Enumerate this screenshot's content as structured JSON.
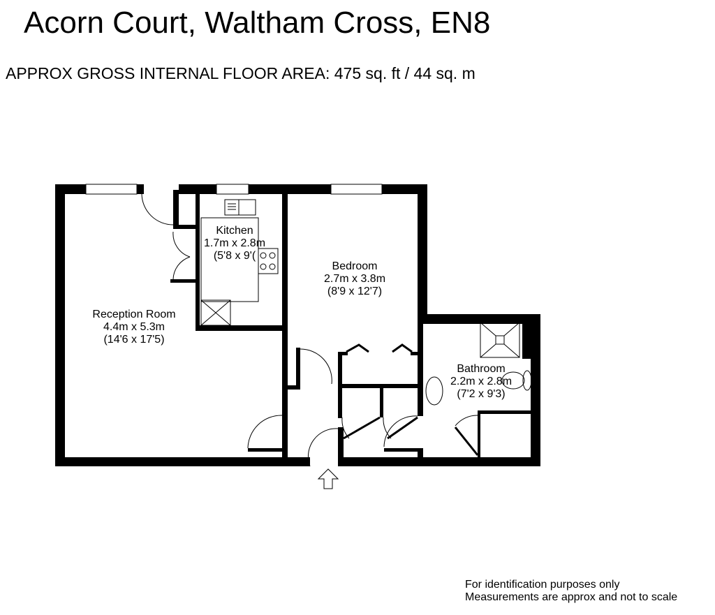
{
  "header": {
    "title": "Acorn Court, Waltham Cross, EN8",
    "floor_area": "APPROX GROSS INTERNAL FLOOR AREA:  475 sq. ft / 44 sq. m"
  },
  "rooms": [
    {
      "name": "Kitchen",
      "metric": "1.7m x 2.8m",
      "imperial": "(5'8 x 9'("
    },
    {
      "name": "Bedroom",
      "metric": "2.7m x 3.8m",
      "imperial": "(8'9 x 12'7)"
    },
    {
      "name": "Reception Room",
      "metric": "4.4m x 5.3m",
      "imperial": "(14'6 x 17'5)"
    },
    {
      "name": "Bathroom",
      "metric": "2.2m x 2.8m",
      "imperial": "(7'2 x 9'3)"
    }
  ],
  "symbols": {
    "entrance": "entrance-arrow"
  },
  "footer": {
    "line1": "For identification purposes only",
    "line2": "Measurements are approx and not to scale"
  }
}
